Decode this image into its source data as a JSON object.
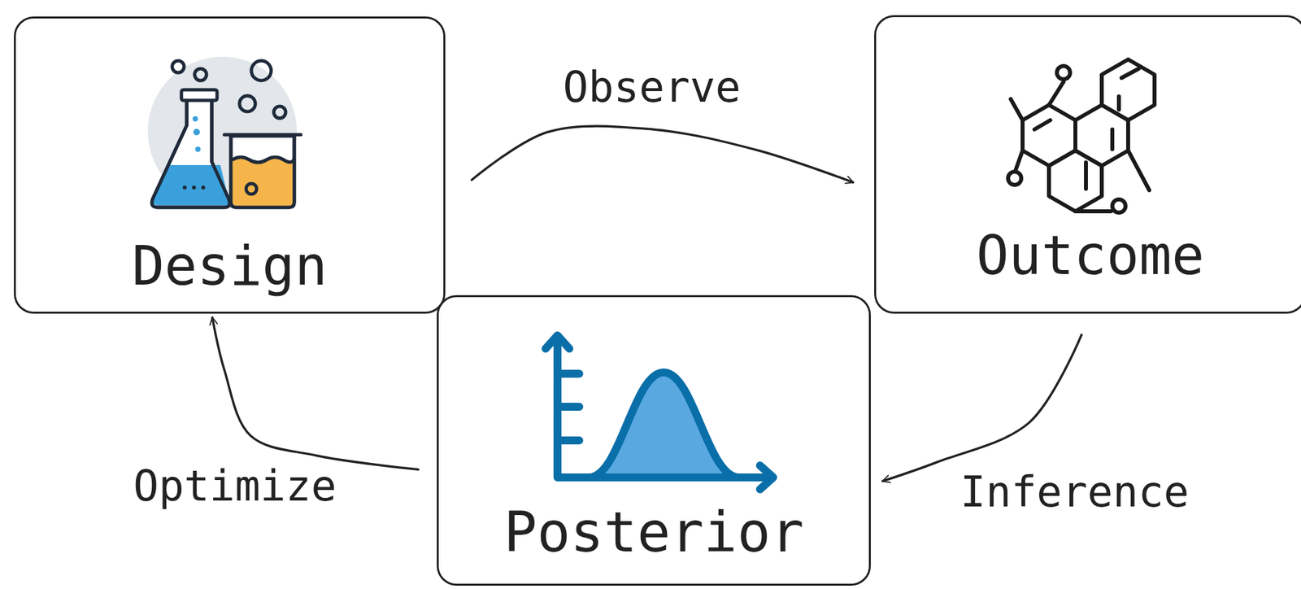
{
  "diagram": {
    "nodes": [
      {
        "text": [
          "Design"
        ]
      },
      {
        "text": [
          "Outcome"
        ]
      },
      {
        "text": [
          "Posterior"
        ]
      }
    ],
    "edges": [
      {
        "from": 0,
        "to": 1,
        "label": "Observe",
        "arrow": "to"
      },
      {
        "from": 1,
        "to": 2,
        "label": "Inference",
        "arrow": "to"
      },
      {
        "from": 2,
        "to": 0,
        "label": "Optimize",
        "arrow": "to"
      }
    ]
  }
}
